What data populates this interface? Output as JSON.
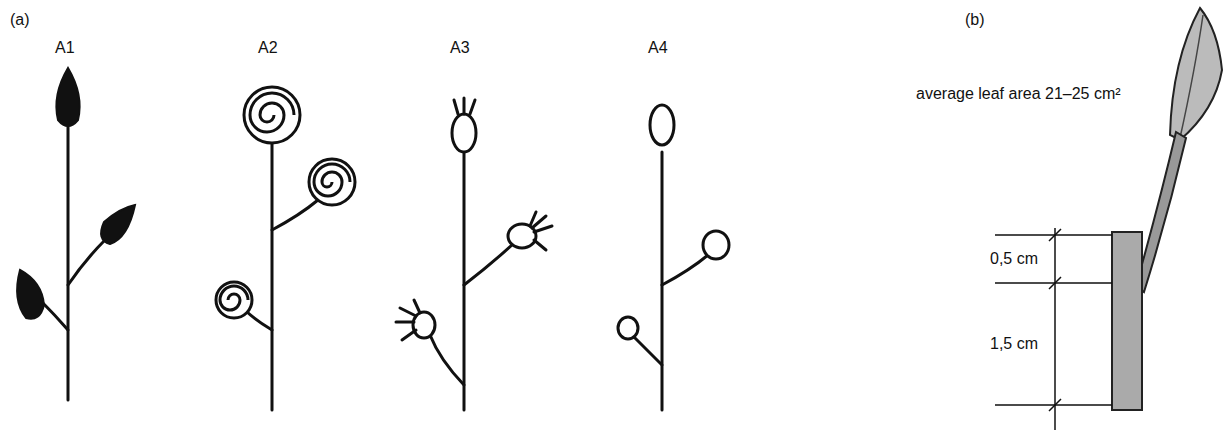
{
  "diagram": {
    "labels": [
      "(a)",
      "A1",
      "A2",
      "A3",
      "A4",
      "(b)",
      "average leaf area 21–25 cm²",
      "0,5 cm",
      "1,5 cm"
    ]
  }
}
